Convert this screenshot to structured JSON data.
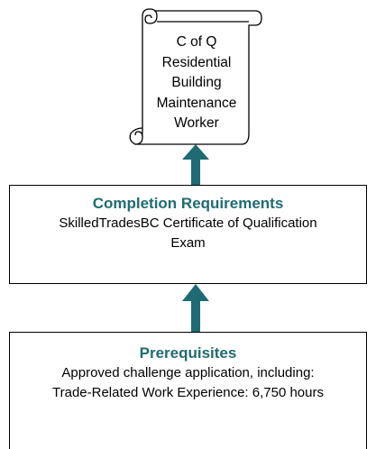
{
  "scroll": {
    "lines": [
      "C of Q",
      "Residential",
      "Building",
      "Maintenance",
      "Worker"
    ]
  },
  "completion": {
    "title": "Completion Requirements",
    "lines": [
      "SkilledTradesBC Certificate of Qualification",
      "Exam"
    ]
  },
  "prerequisites": {
    "title": "Prerequisites",
    "lines": [
      "Approved challenge application, including:",
      "Trade-Related Work Experience:  6,750 hours"
    ]
  },
  "colors": {
    "accent": "#1f6b73",
    "arrow": "#1f6b73"
  }
}
